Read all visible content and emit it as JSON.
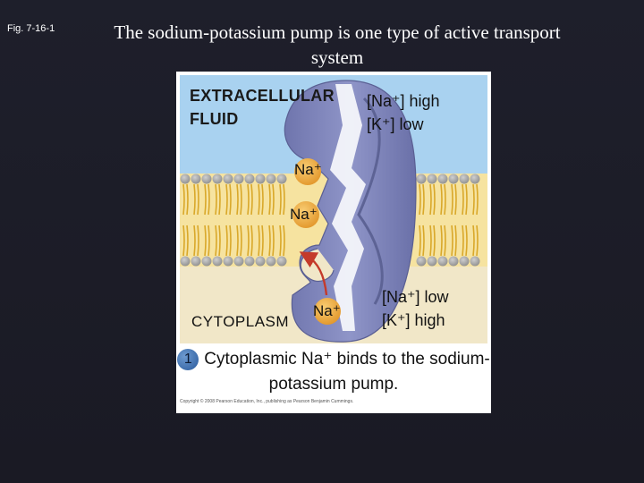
{
  "figure_ref": "Fig. 7-16-1",
  "title": "The sodium-potassium pump is one type of active transport system",
  "diagram": {
    "extracellular_label_line1": "EXTRACELLULAR",
    "extracellular_label_line2": "FLUID",
    "outside_na": "[Na⁺] high",
    "outside_k": "[K⁺] low",
    "inside_na": "[Na⁺] low",
    "inside_k": "[K⁺] high",
    "cytoplasm_label": "CYTOPLASM",
    "ions": [
      "Na⁺",
      "Na⁺",
      "Na⁺"
    ],
    "step_number": "1",
    "caption": "Cytoplasmic Na⁺ binds to the sodium-potassium pump.",
    "copyright": "Copyright © 2008 Pearson Education, Inc., publishing as Pearson Benjamin Cummings.",
    "colors": {
      "extracellular": "#a9d2f0",
      "cytoplasm": "#f1e7c8",
      "membrane_heads": "#a8a8a8",
      "membrane_tails": "#e8c44a",
      "pump_protein": "#7f86bc",
      "sodium_ion": "#f0b046",
      "arrow": "#c43a2a"
    }
  }
}
